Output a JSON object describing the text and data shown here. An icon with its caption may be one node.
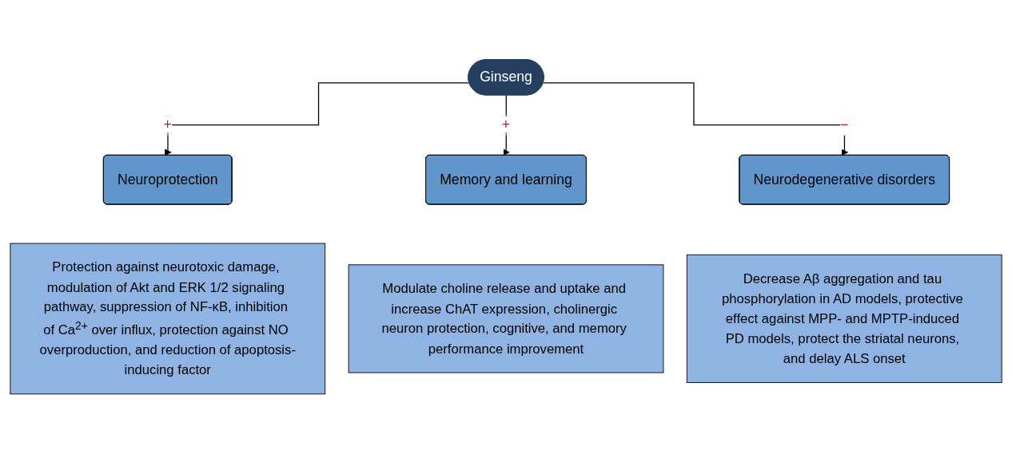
{
  "diagram": {
    "nodes": [
      {
        "text": [
          "Ginseng"
        ]
      },
      {
        "text": [
          "Neuroprotection"
        ]
      },
      {
        "text": [
          "Memory and learning"
        ]
      },
      {
        "text": [
          "Neurodegenerative disorders"
        ]
      },
      {
        "text": [
          "Protection against neurotoxic damage, modulation of Akt and ERK 1/2 signaling pathway, suppression of NF-κB, inhibition of Ca$^{2+}$ over influx, protection against NO overproduction, and reduction of apoptosis-inducing factor"
        ]
      },
      {
        "text": [
          "Modulate choline release and uptake and increase ChAT expression, cholinergic neuron protection, cognitive, and memory performance improvement"
        ]
      },
      {
        "text": [
          "Decrease Aβ aggregation and tau phosphorylation in AD models, protective effect against MPP- and MPTP-induced PD models, protect the striatal neurons, and delay ALS onset"
        ]
      }
    ],
    "edges": [
      {
        "from": 0,
        "to": 1,
        "arrow": "to",
        "label": "+"
      },
      {
        "from": 0,
        "to": 2,
        "arrow": "to",
        "label": "+"
      },
      {
        "from": 0,
        "to": 3,
        "arrow": "to",
        "label": "−"
      }
    ]
  }
}
